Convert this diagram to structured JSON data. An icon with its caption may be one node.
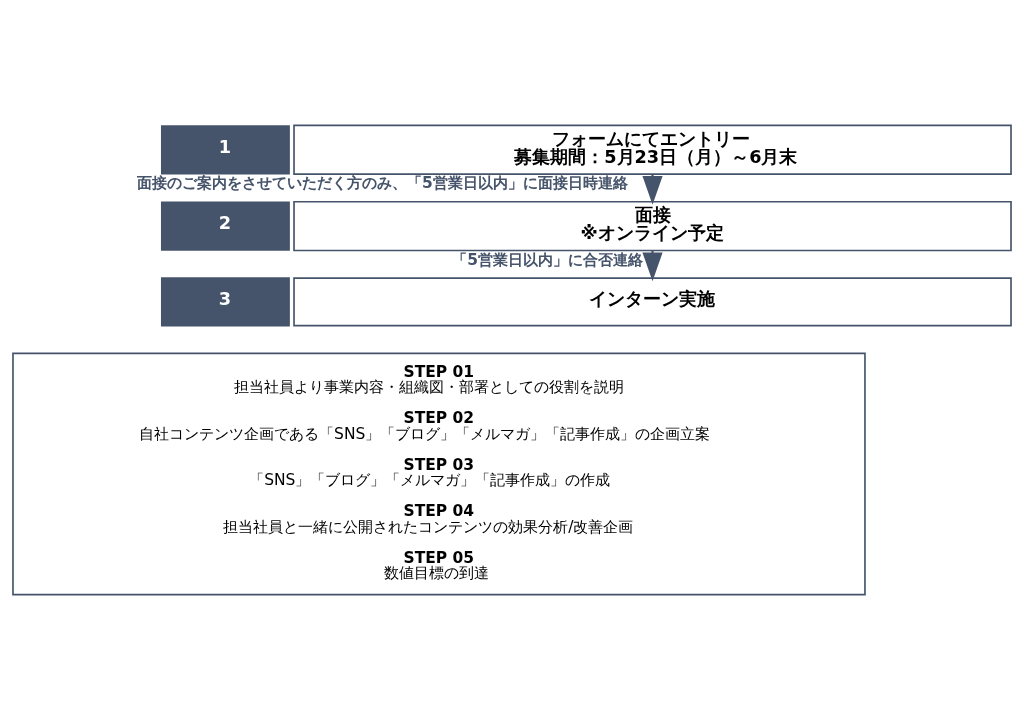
{
  "diagram": {
    "nodes": [
      {
        "text": [
          "1"
        ]
      },
      {
        "text": [
          "フォームにてエントリー",
          "募集期間：5月23日（月）～6月末"
        ]
      },
      {
        "text": [
          "2"
        ]
      },
      {
        "text": [
          "面接",
          "※オンライン予定"
        ]
      },
      {
        "text": [
          "3"
        ]
      },
      {
        "text": [
          "インターン実施"
        ]
      },
      {
        "text": [
          "STEP 01",
          "担当社員より事業内容・組織図・部署としての役割を説明",
          "STEP 02",
          "自社コンテンツ企画である「SNS」「ブログ」「メルマガ」「記事作成」の企画立案",
          "STEP 03",
          "「SNS」「ブログ」「メルマガ」「記事作成」の作成",
          "STEP 04",
          "担当社員と一緒に公開されたコンテンツの効果分析/改善企画",
          "STEP 05",
          "数値目標の到達"
        ]
      }
    ],
    "edges": [
      {
        "from": 1,
        "to": 3,
        "arrow": "to",
        "label": "面接のご案内をさせていただく方のみ、「5営業日以内」に面接日時連絡"
      },
      {
        "from": 3,
        "to": 5,
        "arrow": "to",
        "label": "「5営業日以内」に合否連絡"
      }
    ]
  }
}
